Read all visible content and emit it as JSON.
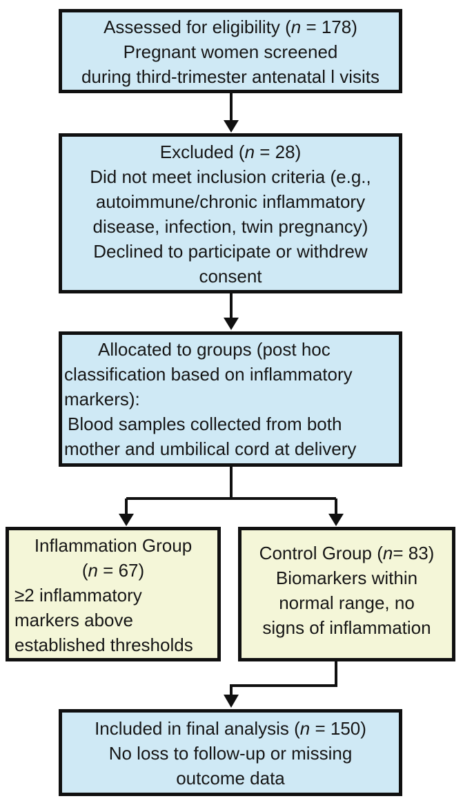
{
  "diagram": {
    "kind": "participant-flowchart",
    "colors": {
      "box_blue": "#cfe9f5",
      "box_yellow": "#f4f6d8",
      "border": "#101010",
      "arrow": "#101010",
      "background": "#ffffff",
      "text": "#161616"
    },
    "boxes": {
      "eligibility": {
        "lines": [
          "Assessed for eligibility (n = 178)",
          "Pregnant women screened",
          "during third-trimester antenatal l visits"
        ]
      },
      "excluded": {
        "lines": [
          "Excluded (n = 28)",
          "Did not meet inclusion criteria (e.g.,",
          "autoimmune/chronic inflammatory",
          "disease, infection, twin pregnancy)",
          "Declined to participate or withdrew",
          "consent"
        ]
      },
      "allocated": {
        "lines": [
          "Allocated to groups (post hoc",
          "classification based on inflammatory",
          "markers):",
          "Blood samples collected from both",
          "mother and umbilical cord at delivery"
        ]
      },
      "inflammation_group": {
        "lines": [
          "Inflammation Group",
          "(n = 67)",
          "≥2 inflammatory",
          "markers above",
          "established thresholds"
        ]
      },
      "control_group": {
        "lines": [
          "Control Group (n= 83)",
          "Biomarkers within",
          "normal range, no",
          "signs of inflammation"
        ]
      },
      "final_analysis": {
        "lines": [
          "Included in final analysis (n = 150)",
          "No loss to follow-up or missing",
          "outcome data"
        ]
      }
    },
    "edges": [
      {
        "from": "eligibility",
        "to": "excluded"
      },
      {
        "from": "excluded",
        "to": "allocated"
      },
      {
        "from": "allocated",
        "to": "inflammation_group"
      },
      {
        "from": "allocated",
        "to": "control_group"
      },
      {
        "from": "control_group",
        "to": "final_analysis"
      }
    ]
  }
}
